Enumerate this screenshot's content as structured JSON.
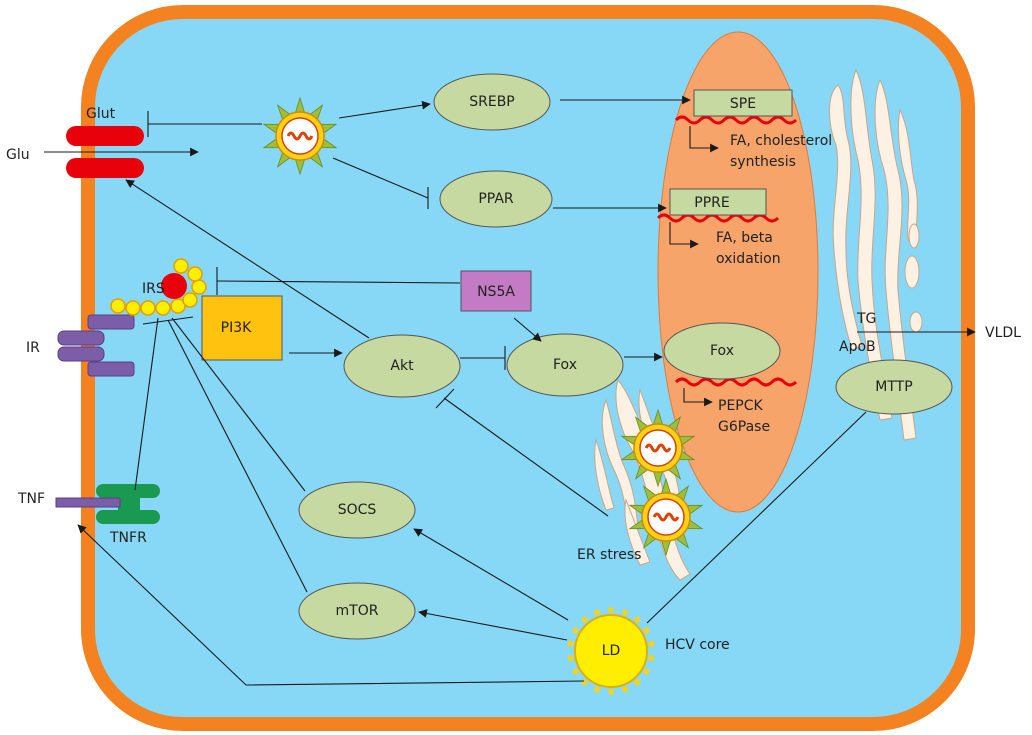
{
  "colors": {
    "cell_membrane": "#f58220",
    "cytoplasm": "#87d8f7",
    "nucleus": "#f7a46a",
    "node_fill": "#c6d9a0",
    "glut": "#e8000a",
    "receptor": "#7b5ea7",
    "tnfr": "#1a9a50",
    "pi3k": "#ffc20e",
    "ns5a": "#c37bc6",
    "lipid_droplet": "#ffee00",
    "dna": "#e8000a",
    "er": "#fdf1e3"
  },
  "labels": {
    "glut": "Glut",
    "glu": "Glu",
    "irs": "IRS",
    "ir": "IR",
    "tnf": "TNF",
    "tnfr": "TNFR",
    "pi3k": "PI3K",
    "ns5a": "NS5A",
    "srebp": "SREBP",
    "ppar": "PPAR",
    "akt": "Akt",
    "fox": "Fox",
    "fox_nuclear": "Fox",
    "socs": "SOCS",
    "mtor": "mTOR",
    "ld": "LD",
    "hcv_core": "HCV core",
    "er_stress": "ER stress",
    "mttp": "MTTP",
    "tg": "TG",
    "apob": "ApoB",
    "vldl": "VLDL",
    "spe": "SPE",
    "ppre": "PPRE",
    "fa_chol_1": "FA, cholesterol",
    "fa_chol_2": "synthesis",
    "fa_beta_1": "FA, beta",
    "fa_beta_2": "oxidation",
    "pepck": "PEPCK",
    "g6pase": "G6Pase"
  }
}
